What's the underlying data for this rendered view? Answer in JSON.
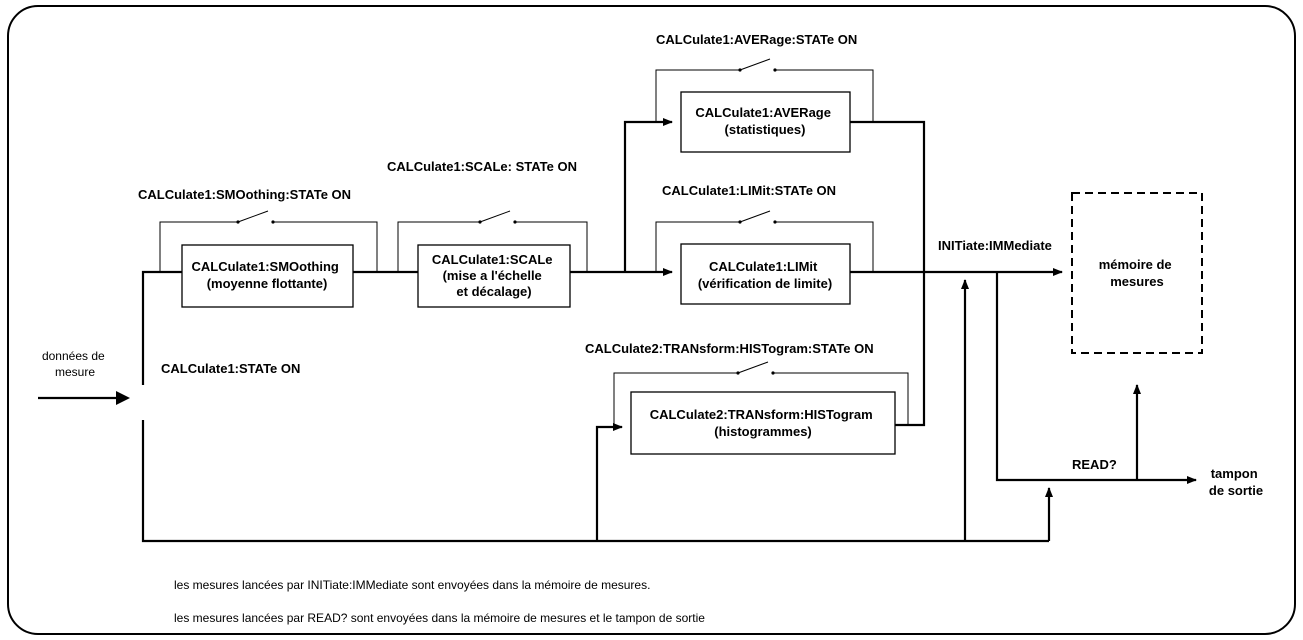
{
  "input_label": [
    "données de",
    "mesure"
  ],
  "smoothing": {
    "state_cmd": "CALCulate1:SMOothing:STATe ON",
    "box": [
      "CALCulate1:SMOothing",
      "(moyenne flottante)"
    ]
  },
  "scale": {
    "state_cmd": "CALCulate1:SCALe: STATe ON",
    "box": [
      "CALCulate1:SCALe",
      "(mise a l'échelle",
      "et décalage)"
    ]
  },
  "average": {
    "state_cmd": "CALCulate1:AVERage:STATe ON",
    "box": [
      "CALCulate1:AVERage",
      "(statistiques)"
    ]
  },
  "limit": {
    "state_cmd": "CALCulate1:LIMit:STATe ON",
    "box": [
      "CALCulate1:LIMit",
      "(vérification de limite)"
    ]
  },
  "histogram": {
    "state_cmd": "CALCulate2:TRANsform:HISTogram:STATe ON",
    "box": [
      "CALCulate2:TRANsform:HISTogram",
      "(histogrammes)"
    ]
  },
  "calc1_state": "CALCulate1:STATe ON",
  "initiate_label": "INITiate:IMMediate",
  "memory_box": [
    "mémoire de",
    "mesures"
  ],
  "read_label": "READ?",
  "output_buffer": [
    "tampon",
    "de sortie"
  ],
  "notes": [
    "les mesures lancées par INITiate:IMMediate sont envoyées dans la mémoire de mesures.",
    "les mesures lancées par READ? sont envoyées dans la mémoire de mesures et le tampon de sortie"
  ]
}
